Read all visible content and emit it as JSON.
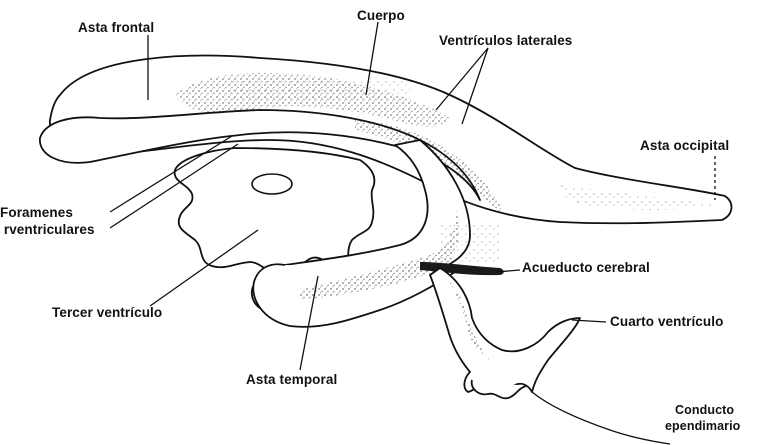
{
  "labels": {
    "asta_frontal": "Asta frontal",
    "cuerpo": "Cuerpo",
    "ventriculos_laterales": "Ventrículos laterales",
    "asta_occipital": "Asta occipital",
    "foramenes_line1": "Foramenes",
    "foramenes_line2": " rventriculares",
    "acueducto_cerebral": "Acueducto cerebral",
    "tercer_ventriculo": "Tercer ventrículo",
    "cuarto_ventriculo": "Cuarto ventrículo",
    "asta_temporal": "Asta temporal",
    "conducto_line1": "Conducto",
    "conducto_line2": "ependimario"
  }
}
